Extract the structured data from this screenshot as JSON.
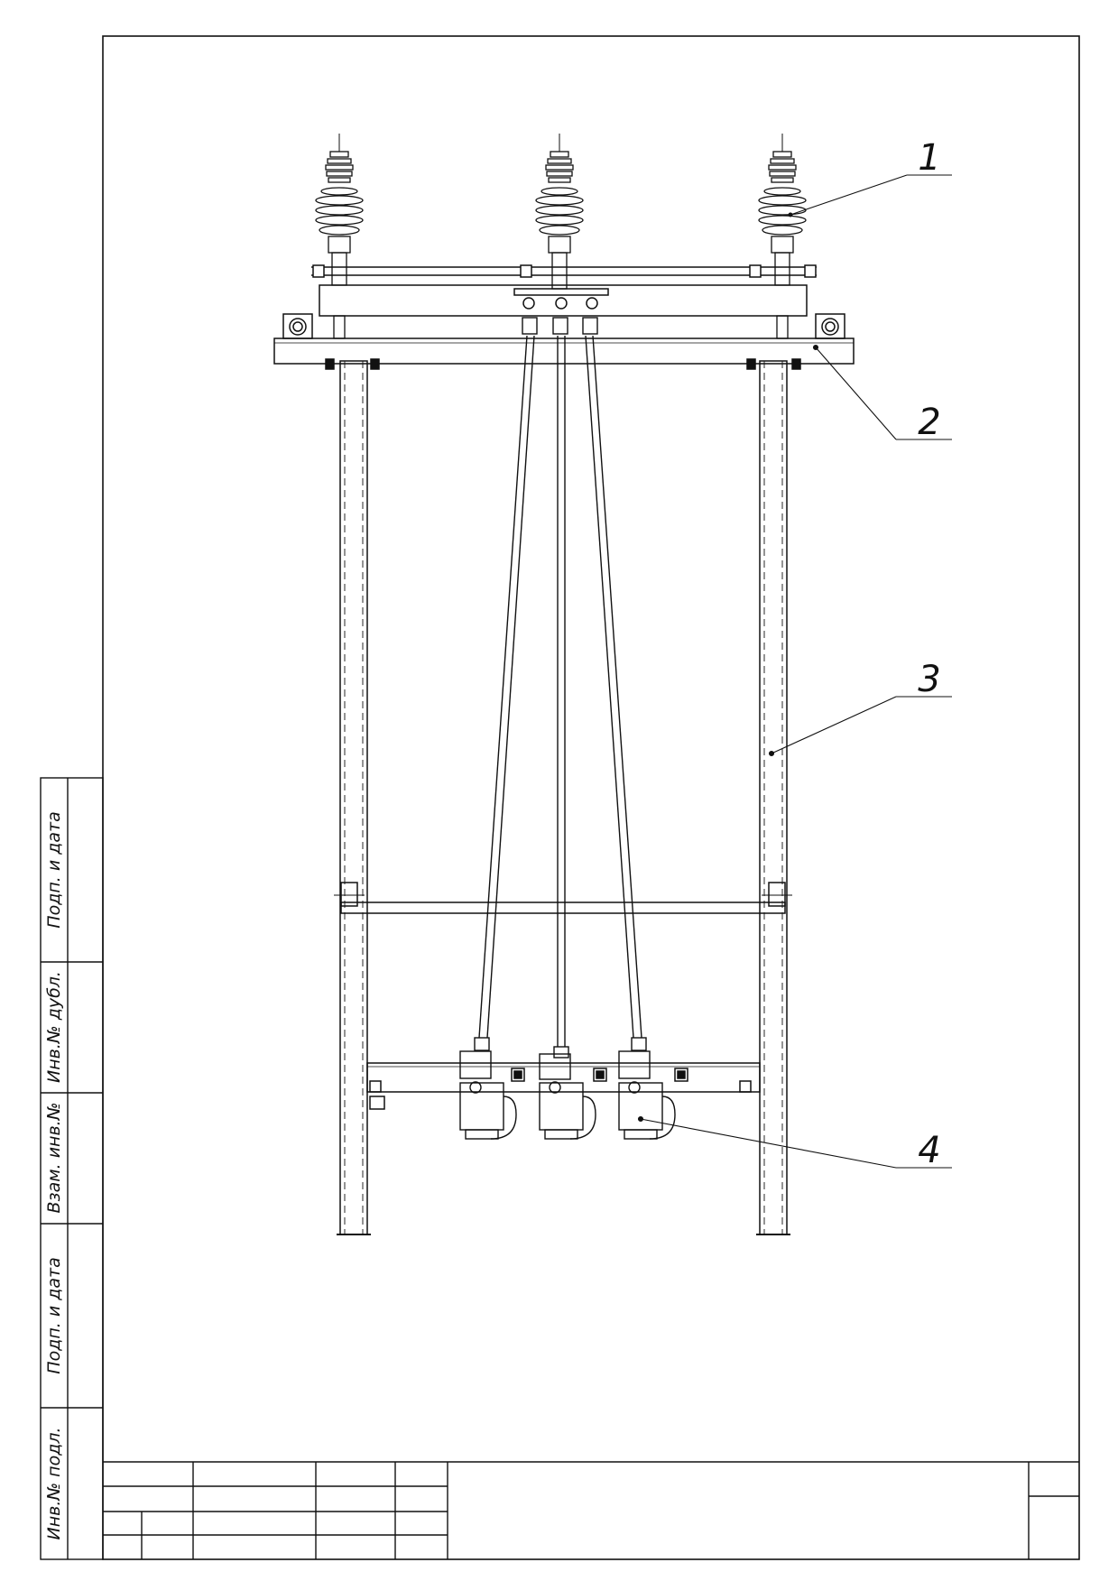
{
  "callouts": [
    "1",
    "2",
    "3",
    "4"
  ],
  "side_stamp": {
    "labels": [
      "Подп. и дата",
      "Инв.№ дубл.",
      "Взам. инв.№",
      "Подп. и дата",
      "Инв.№ подл."
    ]
  },
  "colors": {
    "line": "#111111",
    "paper": "#ffffff"
  }
}
